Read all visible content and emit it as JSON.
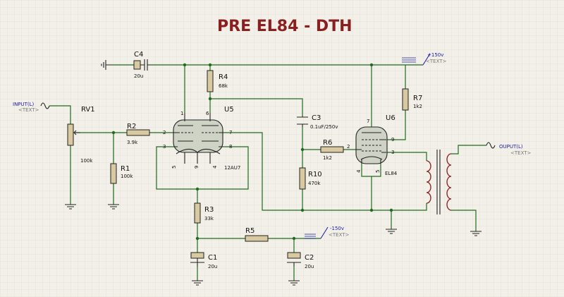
{
  "title": "PRE EL84 - DTH",
  "components": {
    "c4": {
      "ref": "C4",
      "value": "20u"
    },
    "r4": {
      "ref": "R4",
      "value": "68k"
    },
    "u5": {
      "ref": "U5",
      "value": "12AU7"
    },
    "rv1": {
      "ref": "RV1",
      "value": "100k"
    },
    "r2": {
      "ref": "R2",
      "value": "3.9k"
    },
    "r1": {
      "ref": "R1",
      "value": "100k"
    },
    "r3": {
      "ref": "R3",
      "value": "33k"
    },
    "c1": {
      "ref": "C1",
      "value": "20u"
    },
    "r5": {
      "ref": "R5"
    },
    "c2": {
      "ref": "C2",
      "value": "20u"
    },
    "c3": {
      "ref": "C3",
      "value": "0.1uF/250v"
    },
    "r6": {
      "ref": "R6",
      "value": "1k2"
    },
    "r10": {
      "ref": "R10",
      "value": "470k"
    },
    "u6": {
      "ref": "U6",
      "value": "EL84"
    },
    "r7": {
      "ref": "R7",
      "value": "1k2"
    }
  },
  "terminals": {
    "input": {
      "name": "INPUT(L)",
      "text": "<TEXT>"
    },
    "output": {
      "name": "OUPUT(L)",
      "text": "<TEXT>"
    },
    "plus150": {
      "name": "+150v",
      "text": "<TEXT>"
    },
    "minus150": {
      "name": "-150v",
      "text": "<TEXT>"
    }
  },
  "pins": {
    "u5": [
      "1",
      "6",
      "2",
      "7",
      "3",
      "8",
      "5",
      "9",
      "4"
    ],
    "u6": [
      "7",
      "2",
      "9",
      "3",
      "4",
      "5"
    ]
  },
  "colors": {
    "background": "#f2f0e8",
    "wire": "#1f6b1f",
    "component": "#8a1f1f",
    "title": "#8a1f1f"
  }
}
